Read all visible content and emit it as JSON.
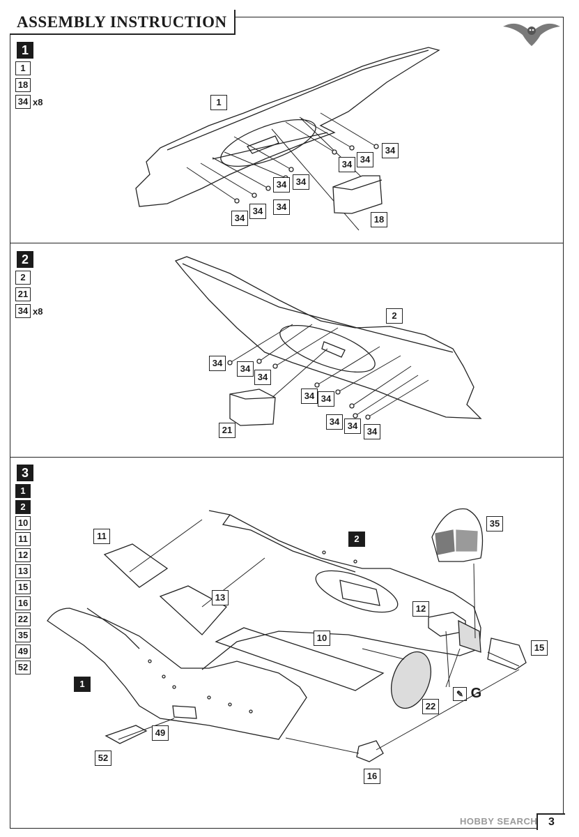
{
  "header": {
    "title": "ASSEMBLY INSTRUCTION",
    "logo_icon": "owl-logo-icon"
  },
  "steps": [
    {
      "number": "1",
      "parts": [
        {
          "label": "1"
        },
        {
          "label": "18"
        },
        {
          "label": "34",
          "qty": "x8"
        }
      ],
      "callouts": {
        "main": "1",
        "fasteners": [
          "34",
          "34",
          "34",
          "34",
          "34",
          "34",
          "34",
          "34"
        ],
        "seat": "18"
      }
    },
    {
      "number": "2",
      "parts": [
        {
          "label": "2"
        },
        {
          "label": "21"
        },
        {
          "label": "34",
          "qty": "x8"
        }
      ],
      "callouts": {
        "main": "2",
        "fasteners": [
          "34",
          "34",
          "34",
          "34",
          "34",
          "34",
          "34",
          "34"
        ],
        "seat": "21"
      }
    },
    {
      "number": "3",
      "parts": [
        {
          "label": "1",
          "dark": true
        },
        {
          "label": "2",
          "dark": true
        },
        {
          "label": "10"
        },
        {
          "label": "11"
        },
        {
          "label": "12"
        },
        {
          "label": "13"
        },
        {
          "label": "15"
        },
        {
          "label": "16"
        },
        {
          "label": "22"
        },
        {
          "label": "35"
        },
        {
          "label": "49"
        },
        {
          "label": "52"
        }
      ],
      "callouts": {
        "p11": "11",
        "p13": "13",
        "p2": "2",
        "p35": "35",
        "p12": "12",
        "p10": "10",
        "p15": "15",
        "p1": "1",
        "p22": "22",
        "p49": "49",
        "p52": "52",
        "p16": "16",
        "paint": "G"
      }
    }
  ],
  "footer": {
    "page": "3",
    "watermark": "HOBBY SEARCH"
  }
}
